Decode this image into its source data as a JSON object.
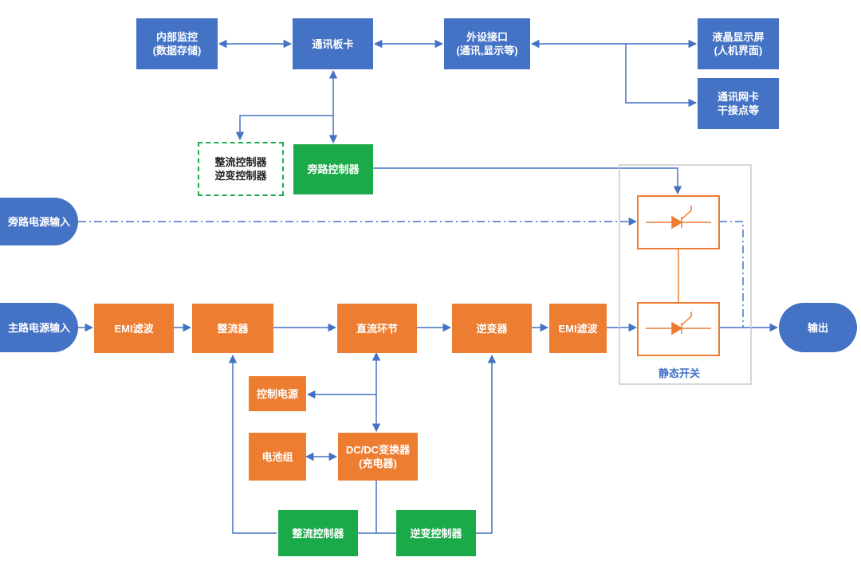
{
  "colors": {
    "blue": "#4472C4",
    "orange": "#ED7D31",
    "green": "#1AAA4A",
    "line": "#4472C4"
  },
  "blocks": {
    "internal_monitor": [
      "内部监控",
      "(数据存储)"
    ],
    "comm_board": [
      "通讯板卡"
    ],
    "peripheral_interface": [
      "外设接口",
      "(通讯,显示等)"
    ],
    "lcd_screen": [
      "液晶显示屏",
      "(人机界面)"
    ],
    "comm_network_card": [
      "通讯网卡",
      "干接点等"
    ],
    "rectifier_inverter_controller": [
      "整流控制器",
      "逆变控制器"
    ],
    "bypass_controller": [
      "旁路控制器"
    ],
    "bypass_input": [
      "旁路电源输入"
    ],
    "main_input": [
      "主路电源输入"
    ],
    "emi_filter_in": [
      "EMI滤波"
    ],
    "rectifier": [
      "整流器"
    ],
    "dc_link": [
      "直流环节"
    ],
    "inverter": [
      "逆变器"
    ],
    "emi_filter_out": [
      "EMI滤波"
    ],
    "output": [
      "输出"
    ],
    "control_power": [
      "控制电源"
    ],
    "battery_pack": [
      "电池组"
    ],
    "dcdc_converter": [
      "DC/DC变换器",
      "(充电器)"
    ],
    "rectifier_controller": [
      "整流控制器"
    ],
    "inverter_controller": [
      "逆变控制器"
    ]
  },
  "static_switch": {
    "label": "静态开关"
  }
}
